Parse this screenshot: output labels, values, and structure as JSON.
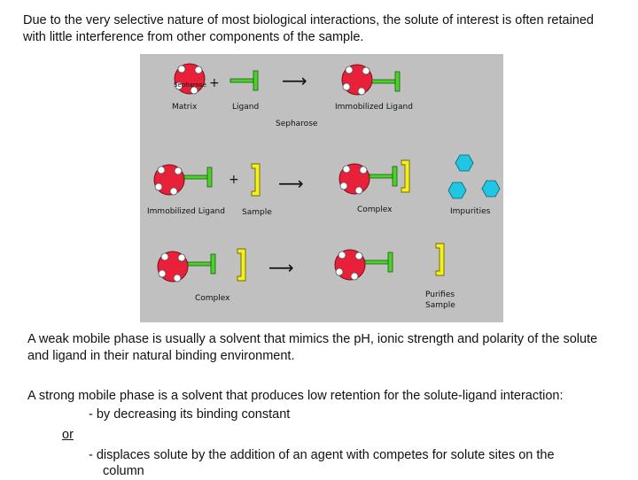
{
  "text": {
    "intro": "Due to the very selective nature of most biological interactions, the solute of interest is often retained with little interference from other components of the sample.",
    "weak": "A weak mobile phase is usually a solvent that mimics the pH, ionic strength and polarity of the solute and ligand in their natural binding environment.",
    "strong": "A strong mobile phase is a solvent that produces low retention for the solute-ligand interaction:",
    "bullet1": "- by decreasing its binding constant",
    "or": "or",
    "bullet2a": "- displaces solute by the addition of an agent with competes for solute sites on the",
    "bullet2b": "column"
  },
  "diagram": {
    "plus": "+",
    "arrow": "⟶",
    "labels": {
      "sepharose_on_bead": "Sepharose",
      "matrix": "Matrix",
      "ligand": "Ligand",
      "immobilized_ligand_top": "Immobilized Ligand",
      "sepharose": "Sepharose",
      "immobilized_ligand_mid": "Immobilized Ligand",
      "sample": "Sample",
      "complex_mid": "Complex",
      "impurities": "Impurities",
      "complex_bottom": "Complex",
      "purified_1": "Purifies",
      "purified_2": "Sample"
    },
    "colors": {
      "bead": "#e8203a",
      "ligand": "#4bd12a",
      "sample": "#f6ee1a",
      "impurity": "#1fc7e4",
      "panel": "#c0c0c0"
    }
  }
}
